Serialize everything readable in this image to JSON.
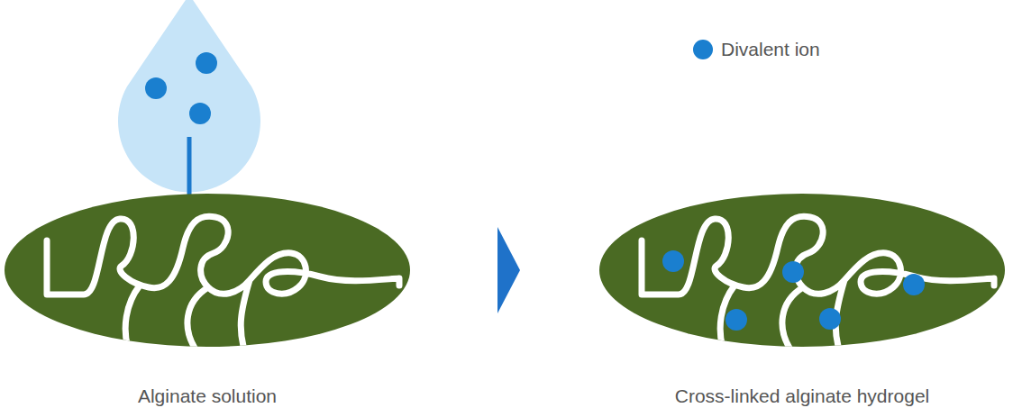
{
  "diagram": {
    "nodes": [
      {
        "text": [
          "Alginate solution"
        ]
      },
      {
        "text": [
          "Cross-linked alginate hydrogel"
        ]
      }
    ],
    "edges": [
      {
        "from": 0,
        "to": 1,
        "arrow": "to"
      }
    ],
    "legend": [
      {
        "text": "Divalent ion",
        "color": "#1a7fcf"
      }
    ]
  }
}
